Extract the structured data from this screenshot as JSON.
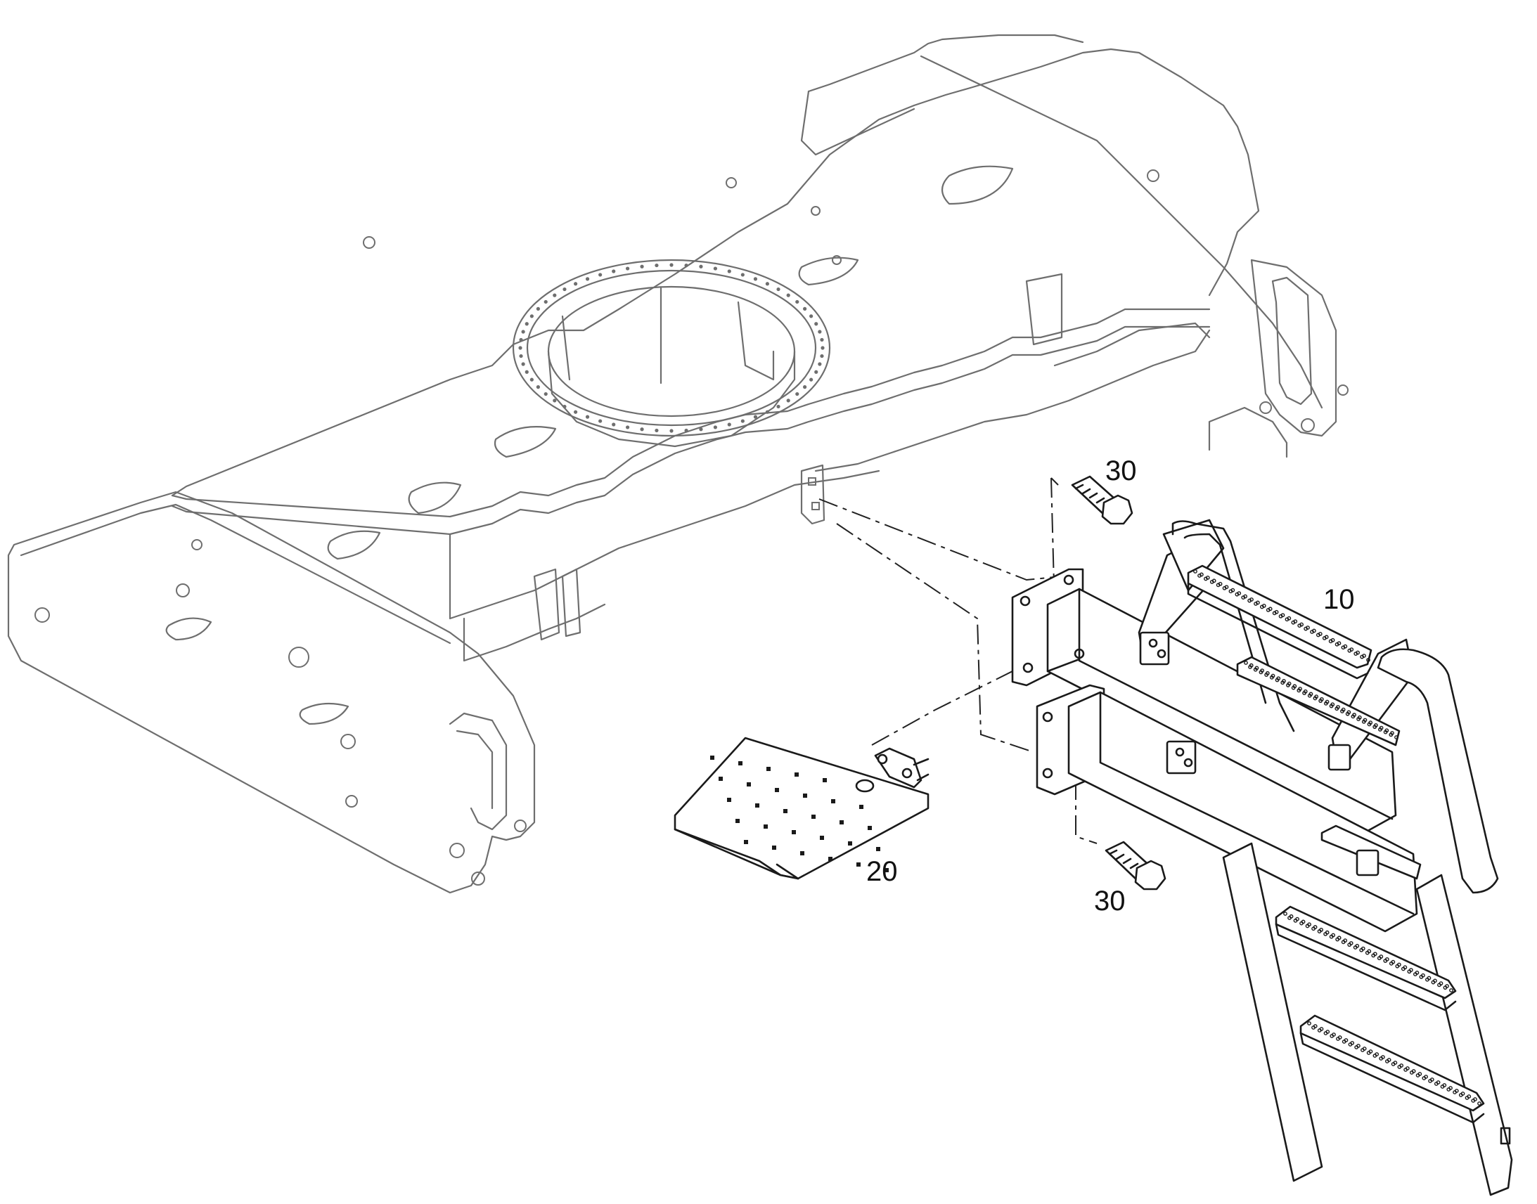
{
  "callouts": {
    "ladder": "10",
    "step_plate": "20",
    "bolt_top": "30",
    "bolt_bottom": "30"
  },
  "colors": {
    "frame_line": "#6e6e6e",
    "part_line": "#1a1a1a",
    "background": "#ffffff"
  }
}
